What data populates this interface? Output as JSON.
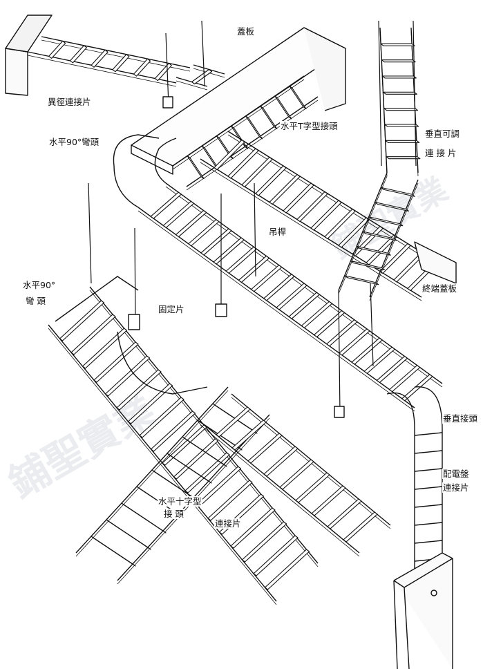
{
  "diagram": {
    "labels": {
      "cover_plate": "蓋板",
      "reducer_connector": "異徑連接片",
      "horizontal_tee": "水平T字型接頭",
      "vertical_adjustable_connector": [
        "垂直可調",
        "連 接 片"
      ],
      "horizontal_90_elbow_top": "水平90°彎頭",
      "hanger_rod": "吊桿",
      "horizontal_90_elbow_left": [
        "水平90°",
        "彎  頭"
      ],
      "end_cover_plate": "終端蓋板",
      "fixing_plate": "固定片",
      "vertical_joint": "垂直接頭",
      "panel_connector": [
        "配電盤",
        "連接片"
      ],
      "horizontal_cross": [
        "水平十字型",
        "接    頭"
      ],
      "connector": "連接片"
    },
    "watermark": [
      "鋪聖實業",
      "鋪聖實業"
    ]
  }
}
